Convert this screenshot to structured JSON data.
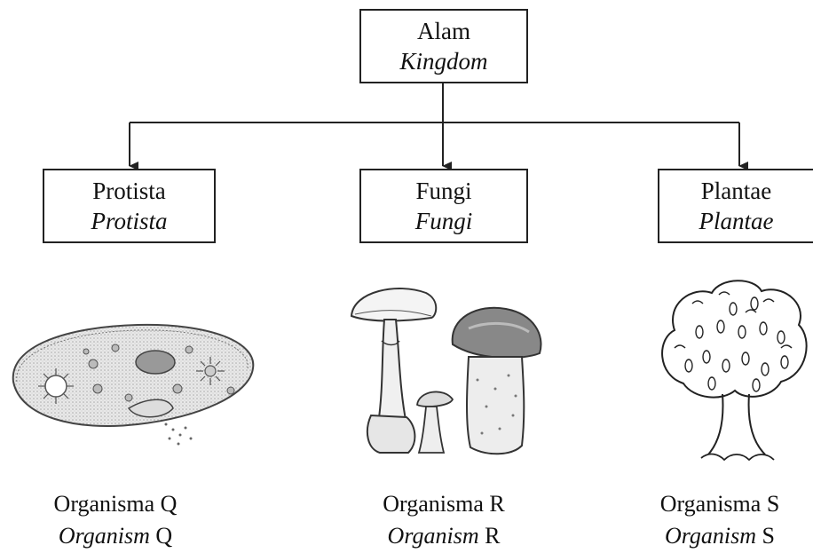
{
  "root": {
    "malay": "Alam",
    "english": "Kingdom"
  },
  "nodes": [
    {
      "malay": "Protista",
      "english": "Protista"
    },
    {
      "malay": "Fungi",
      "english": "Fungi"
    },
    {
      "malay": "Plantae",
      "english": "Plantae"
    }
  ],
  "captions": [
    {
      "malay": "Organisma Q",
      "english_word": "Organism",
      "letter": "Q"
    },
    {
      "malay": "Organisma R",
      "english_word": "Organism",
      "letter": "R"
    },
    {
      "malay": "Organisma S",
      "english_word": "Organism",
      "letter": "S"
    }
  ]
}
